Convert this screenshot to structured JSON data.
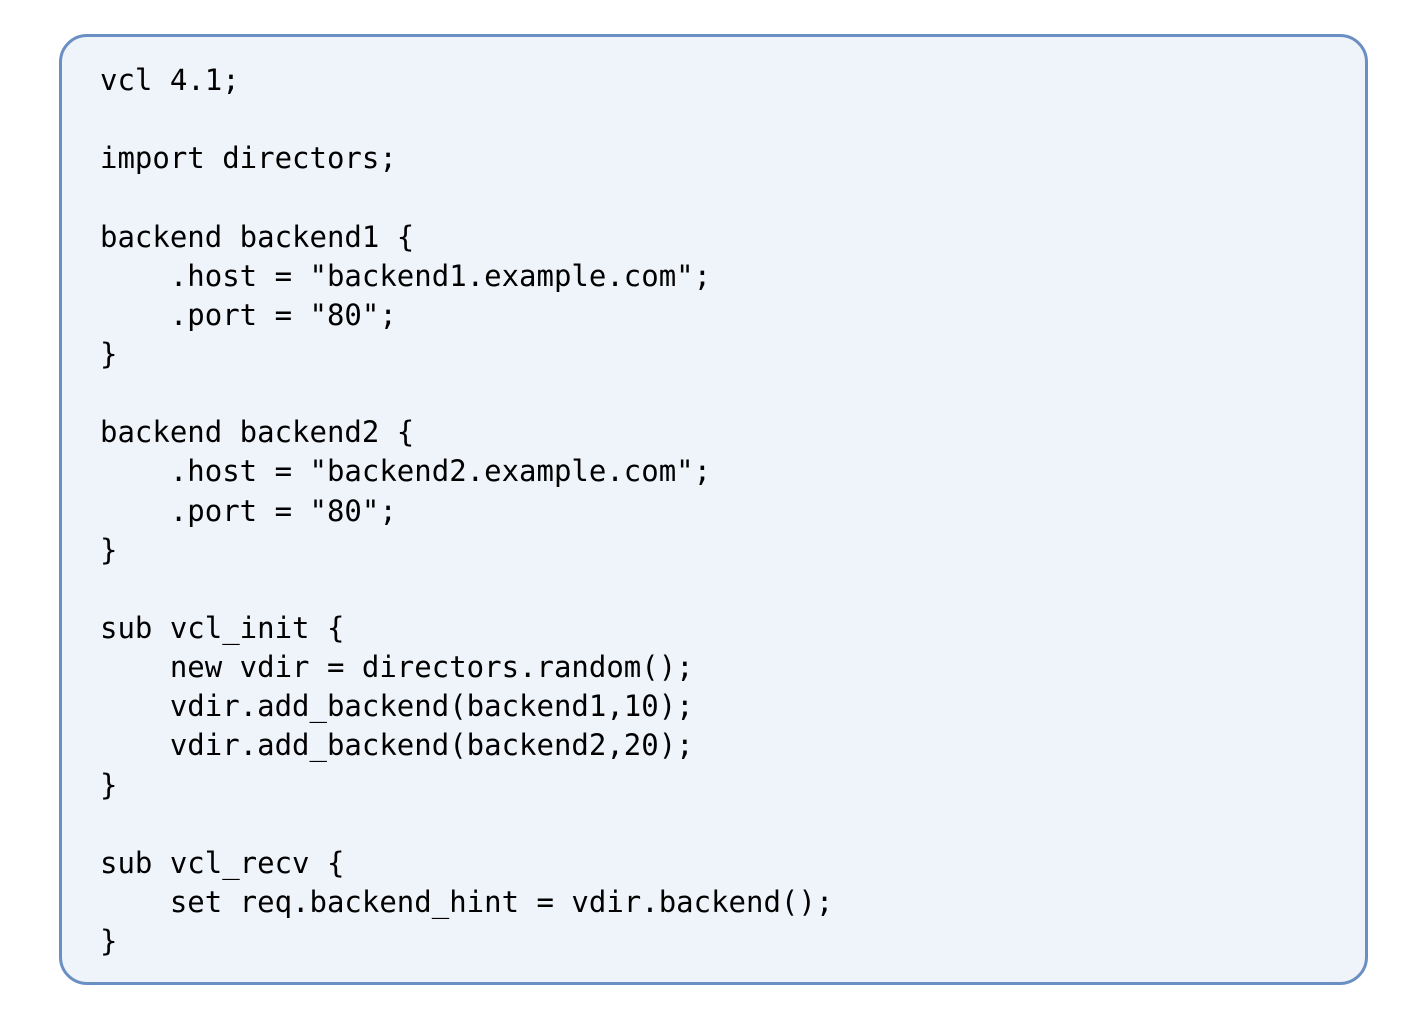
{
  "code": {
    "lines": [
      "vcl 4.1;",
      "",
      "import directors;",
      "",
      "backend backend1 {",
      "    .host = \"backend1.example.com\";",
      "    .port = \"80\";",
      "}",
      "",
      "backend backend2 {",
      "    .host = \"backend2.example.com\";",
      "    .port = \"80\";",
      "}",
      "",
      "sub vcl_init {",
      "    new vdir = directors.random();",
      "    vdir.add_backend(backend1,10);",
      "    vdir.add_backend(backend2,20);",
      "}",
      "",
      "sub vcl_recv {",
      "    set req.backend_hint = vdir.backend();",
      "}"
    ]
  },
  "colors": {
    "background": "#eff3fa",
    "border": "#6a8fc2",
    "text": "#000000"
  }
}
